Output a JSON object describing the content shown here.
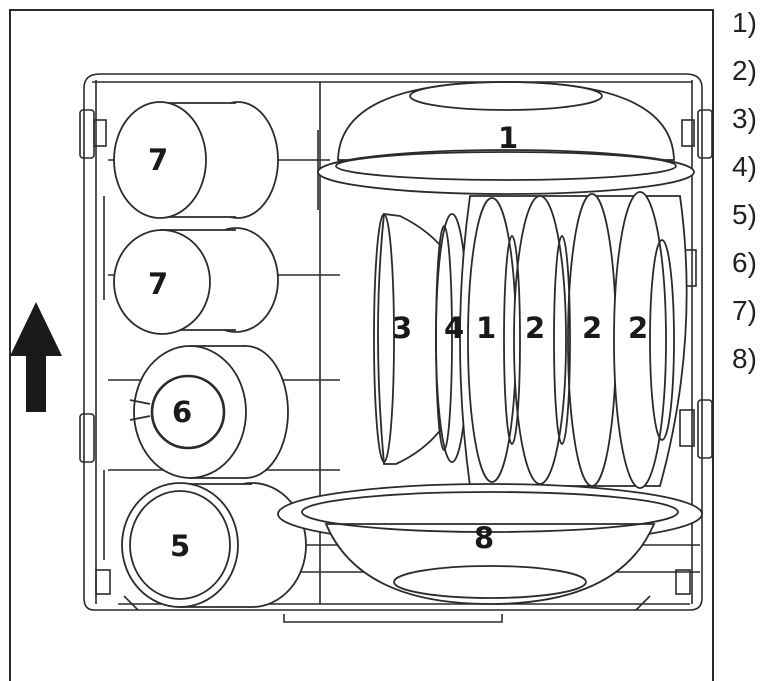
{
  "figure": {
    "callouts": {
      "bowl_top": "1",
      "plate_upright_1": "1",
      "plates_2a": "2",
      "plates_2b": "2",
      "plates_2c": "2",
      "bowl_side": "3",
      "saucer": "4",
      "pot_small": "6",
      "pot_large": "5",
      "mug_upper": "7",
      "mug_middle": "7",
      "serving_dish": "8"
    },
    "legend_markers": [
      "1)",
      "2)",
      "3)",
      "4)",
      "5)",
      "6)",
      "7)",
      "8)"
    ],
    "colors": {
      "line": "#2b2b2b",
      "fill": "#ffffff",
      "arrow": "#1a1a1a"
    }
  }
}
